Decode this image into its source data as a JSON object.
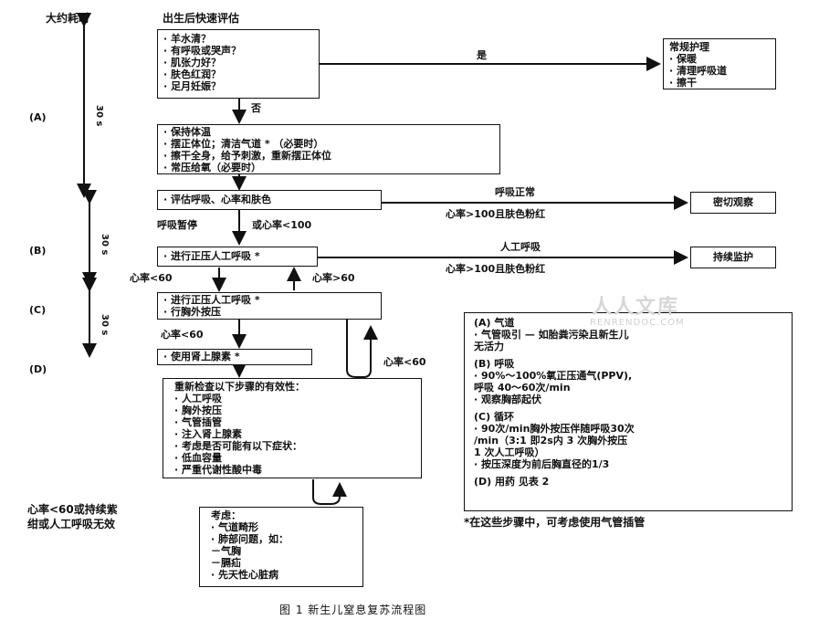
{
  "headers": {
    "time": "大约耗时",
    "assess": "出生后快速评估"
  },
  "phases": [
    "(A)",
    "(B)",
    "(C)",
    "(D)"
  ],
  "durations": [
    "30 s",
    "30 s",
    "30 s"
  ],
  "box_assess": [
    "· 羊水清？",
    "· 有呼吸或哭声？",
    "· 肌张力好？",
    "· 肤色红润？",
    "· 足月妊娠？"
  ],
  "box_routine": [
    "常规护理",
    "· 保暖",
    "· 清理呼吸道",
    "· 擦干"
  ],
  "box_initial": [
    "· 保持体温",
    "· 摆正体位；清洁气道 * （必要时）",
    "· 擦干全身，给予刺激，重新摆正体位",
    "· 常压给氧（必要时）"
  ],
  "box_eval": "· 评估呼吸、心率和肤色",
  "box_observe": "密切观察",
  "box_ppv": "· 进行正压人工呼吸 *",
  "box_monitor": "持续监护",
  "box_ppv_cc": [
    "· 进行正压人工呼吸 *",
    "· 行胸外按压"
  ],
  "box_epi": "· 使用肾上腺素 *",
  "box_recheck": [
    "重新检查以下步骤的有效性：",
    "· 人工呼吸",
    "· 胸外按压",
    "· 气管插管",
    "· 注入肾上腺素",
    "· 考虑是否可能有以下症状：",
    "· 低血容量",
    "· 严重代谢性酸中毒"
  ],
  "box_consider": [
    "考虑：",
    "· 气道畸形",
    "· 肺部问题，如：",
    "  －气胸",
    "  －膈疝",
    "· 先天性心脏病"
  ],
  "labels": {
    "yes": "是",
    "no": "否",
    "breath_normal": "呼吸正常",
    "hr100_pink_1": "心率>100且肤色粉红",
    "apnea": "呼吸暂停",
    "or_hr100": "或心率<100",
    "ppv_label": "人工呼吸",
    "hr100_pink_2": "心率>100且肤色粉红",
    "hr_lt60_a": "心率<60",
    "hr_gt60": "心率>60",
    "hr_lt60_b": "心率<60",
    "hr_lt60_c": "心率<60",
    "fail_1": "心率<60或持续紫",
    "fail_2": "绀或人工呼吸无效"
  },
  "notes": {
    "a_title": "(A) 气道",
    "a_1": "· 气管吸引 — 如胎粪污染且新生儿",
    "a_2": "  无活力",
    "b_title": "(B) 呼吸",
    "b_1": "· 90%～100%氧正压通气(PPV),",
    "b_2": "  呼吸 40～60次/min",
    "b_3": "· 观察胸部起伏",
    "c_title": "(C) 循环",
    "c_1": "· 90次/min胸外按压伴随呼吸30次",
    "c_2": "  /min（3:1 即2s内 3 次胸外按压",
    "c_3": "  1 次人工呼吸）",
    "c_4": "· 按压深度为前后胸直径的1/3",
    "d_title": "(D) 用药  见表 2"
  },
  "footnote": "*在这些步骤中，可考虑使用气管插管",
  "caption": "图 1  新生儿窒息复苏流程图",
  "watermark": {
    "cn": "人人文库",
    "en": "RENRENDOC.COM"
  }
}
